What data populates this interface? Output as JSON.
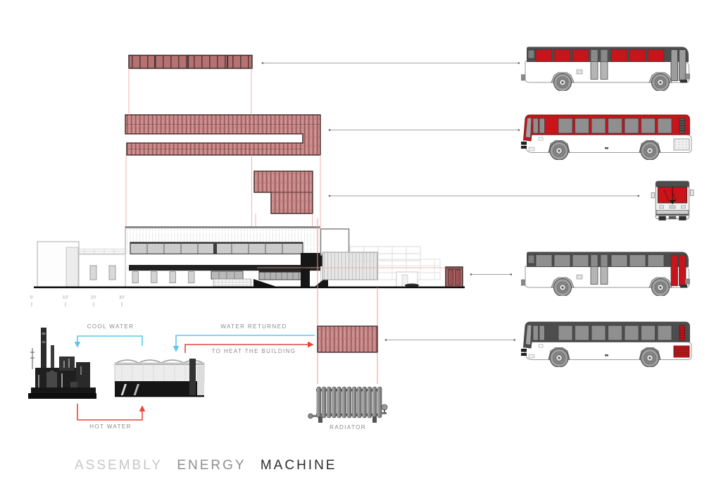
{
  "title": {
    "words": [
      "ASSEMBLY",
      "ENERGY",
      "MACHINE"
    ]
  },
  "flow": {
    "cool_water": "COOL WATER",
    "hot_water": "HOT WATER",
    "water_returned": "WATER RETURNED",
    "to_heat_the_building": "TO HEAT THE BUILDING",
    "radiator": "RADIATOR"
  },
  "scale_bar": {
    "labels": [
      "0'",
      "10'",
      "20'",
      "30'"
    ]
  },
  "colors": {
    "bus-red": "#c8141a",
    "bus-dark": "#4d4d4d",
    "window-gray": "#8f8f8f",
    "panel-fill": "#c58686",
    "panel-stripe": "#99585a",
    "panel-border": "#493333",
    "flow-blue": "#5cc6ec",
    "flow-red": "#ea443d",
    "guide-pink": "#f2b3af",
    "leader-gray": "#a3a3a3",
    "title-light": "#c7c7c7",
    "title-mid": "#8f8f8f",
    "title-dark": "#2d2d2d",
    "label-gray": "#8a8a8a"
  },
  "vehicles": [
    {
      "icon": "bus-side-red-windows-icon"
    },
    {
      "icon": "bus-side-red-body-icon"
    },
    {
      "icon": "bus-front-red-windshield-icon"
    },
    {
      "icon": "bus-side-red-front-door-icon"
    },
    {
      "icon": "bus-side-red-vents-icon"
    }
  ]
}
